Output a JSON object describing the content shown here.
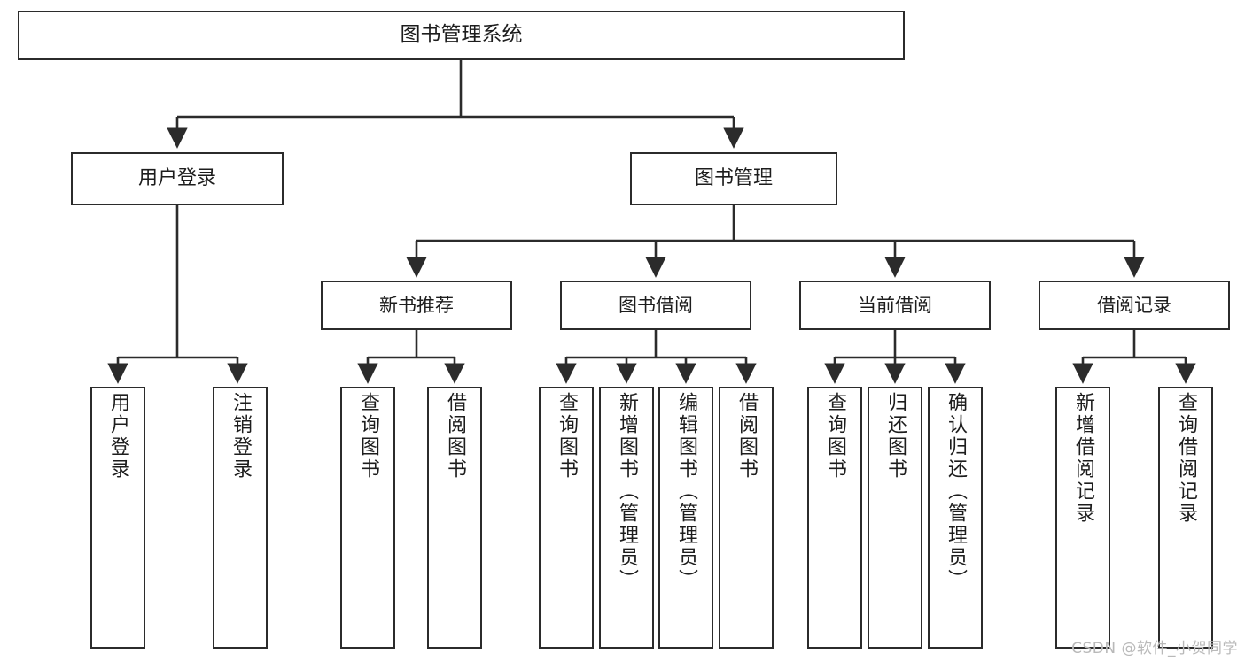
{
  "diagram": {
    "title": "图书管理系统",
    "type": "tree-hierarchy",
    "watermark": "CSDN @软件_小贺同学",
    "colors": {
      "box_border": "#2b2b2b",
      "box_fill": "#ffffff",
      "connector": "#2b2b2b",
      "text": "#1d1d1d",
      "watermark": "#b9b9b9"
    },
    "root": {
      "label": "图书管理系统"
    },
    "level2": [
      {
        "id": "user-login",
        "label": "用户登录"
      },
      {
        "id": "book-manage",
        "label": "图书管理"
      }
    ],
    "level3": [
      {
        "id": "new-book-rec",
        "label": "新书推荐",
        "parent": "book-manage"
      },
      {
        "id": "book-borrow",
        "label": "图书借阅",
        "parent": "book-manage"
      },
      {
        "id": "current-borrow",
        "label": "当前借阅",
        "parent": "book-manage"
      },
      {
        "id": "borrow-record",
        "label": "借阅记录",
        "parent": "book-manage"
      }
    ],
    "leaves": [
      {
        "id": "leaf-user-login",
        "label": "用户登录",
        "parent": "user-login"
      },
      {
        "id": "leaf-logout",
        "label": "注销登录",
        "parent": "user-login"
      },
      {
        "id": "leaf-query-book-1",
        "label": "查询图书",
        "parent": "new-book-rec"
      },
      {
        "id": "leaf-borrow-book-1",
        "label": "借阅图书",
        "parent": "new-book-rec"
      },
      {
        "id": "leaf-query-book-2",
        "label": "查询图书",
        "parent": "book-borrow"
      },
      {
        "id": "leaf-add-book",
        "label": "新增图书（管理员）",
        "parent": "book-borrow"
      },
      {
        "id": "leaf-edit-book",
        "label": "编辑图书（管理员）",
        "parent": "book-borrow"
      },
      {
        "id": "leaf-borrow-book-2",
        "label": "借阅图书",
        "parent": "book-borrow"
      },
      {
        "id": "leaf-query-book-3",
        "label": "查询图书",
        "parent": "current-borrow"
      },
      {
        "id": "leaf-return-book",
        "label": "归还图书",
        "parent": "current-borrow"
      },
      {
        "id": "leaf-confirm-return",
        "label": "确认归还（管理员）",
        "parent": "current-borrow"
      },
      {
        "id": "leaf-add-record",
        "label": "新增借阅记录",
        "parent": "borrow-record"
      },
      {
        "id": "leaf-query-record",
        "label": "查询借阅记录",
        "parent": "borrow-record"
      }
    ]
  }
}
